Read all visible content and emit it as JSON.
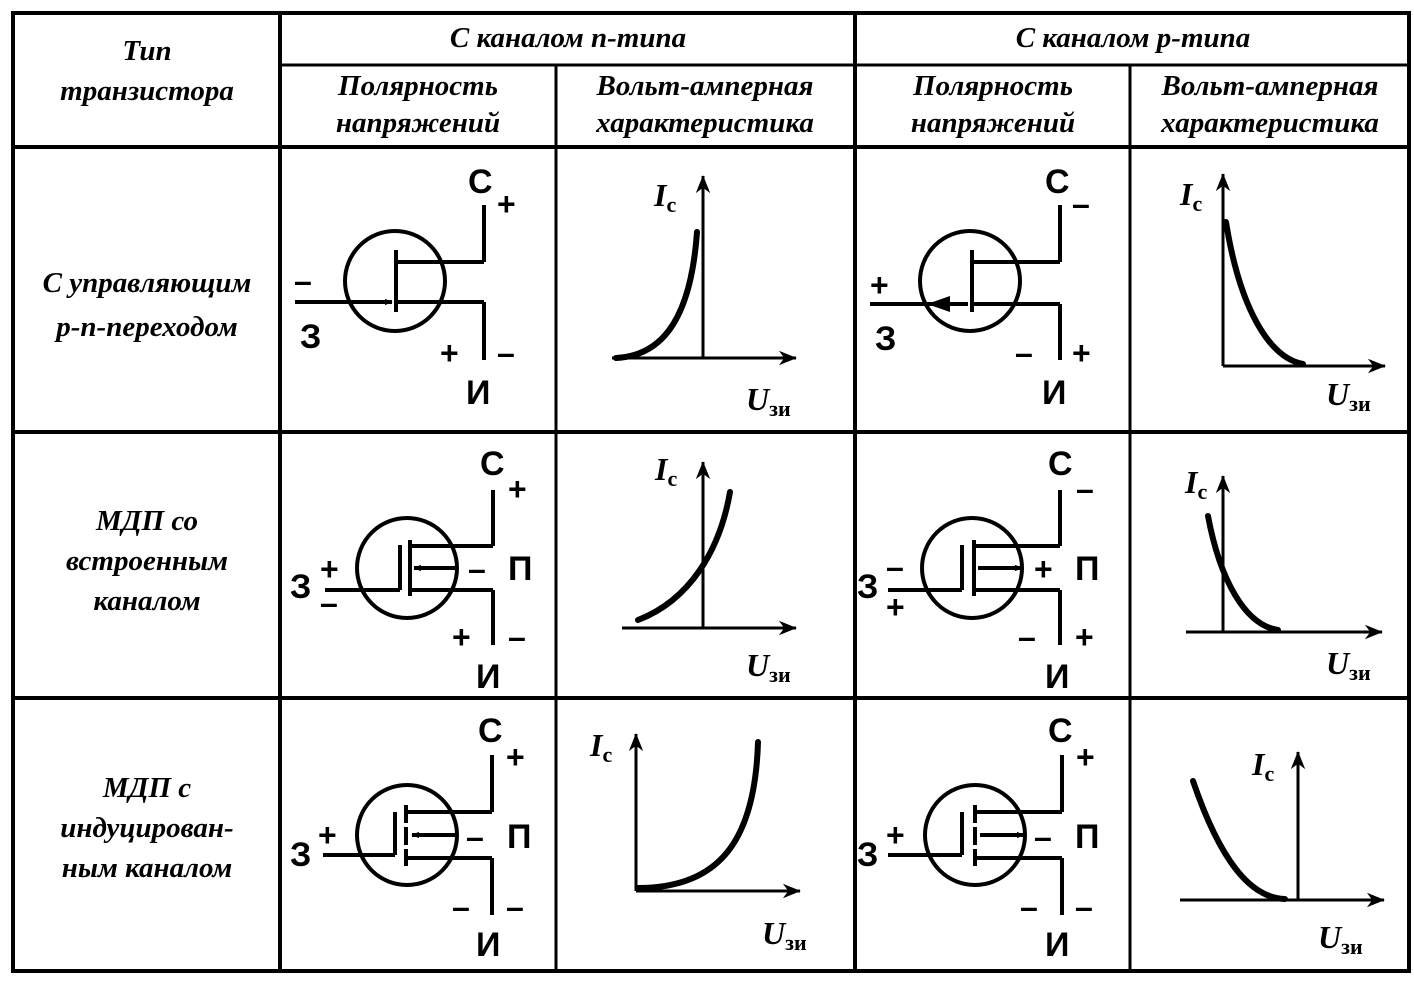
{
  "headers": {
    "transistor_type": [
      "Тип",
      "транзистора"
    ],
    "n_channel": "С каналом n-типа",
    "p_channel": "С каналом p-типа",
    "polarity": [
      "Полярность",
      "напряжений"
    ],
    "vac": [
      "Вольт-амперная",
      "характеристика"
    ]
  },
  "rows": [
    {
      "label": [
        "С управляющим",
        "p-n-переходом"
      ]
    },
    {
      "label": [
        "МДП со",
        "встроенным",
        "каналом"
      ]
    },
    {
      "label": [
        "МДП с",
        "индуцирован-",
        "ным каналом"
      ]
    }
  ],
  "terminals": {
    "drain": "С",
    "source": "И",
    "gate": "З",
    "substrate": "П"
  },
  "signs": {
    "plus": "+",
    "minus": "–"
  },
  "axes": {
    "y_main": "I",
    "y_sub": "с",
    "x_main": "U",
    "x_sub": "зи"
  }
}
